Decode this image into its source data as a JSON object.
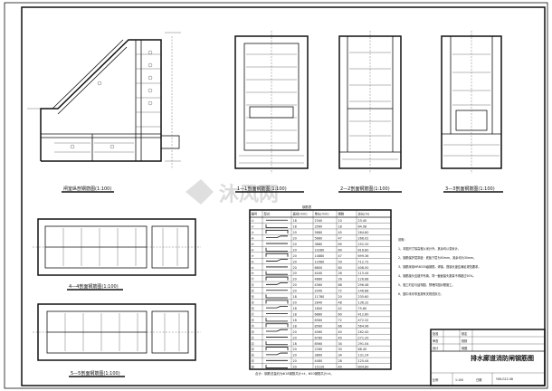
{
  "sheet": {
    "title": "排水廊道消防闸钢筋图",
    "number": "YXK-G12-08",
    "watermark": "沐风网"
  },
  "views": {
    "profile_caption": "闸室纵剖钢筋图(1:100)",
    "section11_caption": "1—1剖面钢筋图(1:100)",
    "section22_caption": "2—2剖面钢筋图(1:100)",
    "section33_caption": "3—3剖面钢筋图(1:100)",
    "section44_caption": "4—4剖面钢筋图(1:100)",
    "section55_caption": "5—5剖面钢筋图(1:100)"
  },
  "rebar_table": {
    "title": "钢筋表",
    "headers": [
      "编号",
      "型式",
      "直径(mm)",
      "单长(mm)",
      "根数",
      "总长(m)"
    ],
    "rows": [
      [
        "①",
        "",
        "18",
        "2340",
        "10",
        "23.40"
      ],
      [
        "②",
        "",
        "18",
        "3560",
        "18",
        "64.08"
      ],
      [
        "③",
        "",
        "20",
        "5880",
        "45",
        "264.60"
      ],
      [
        "④",
        "",
        "20",
        "5660",
        "47",
        "266.02"
      ],
      [
        "⑤",
        "",
        "20",
        "3880",
        "65",
        "252.20"
      ],
      [
        "⑥",
        "",
        "20",
        "10280",
        "60",
        "616.80"
      ],
      [
        "⑦",
        "",
        "20",
        "14880",
        "47",
        "699.36"
      ],
      [
        "⑧",
        "",
        "20",
        "12080",
        "59",
        "712.72"
      ],
      [
        "⑨",
        "",
        "20",
        "6800",
        "60",
        "408.00"
      ],
      [
        "⑩",
        "",
        "20",
        "4440",
        "26",
        "115.44"
      ],
      [
        "⑪",
        "",
        "20",
        "4880",
        "26",
        "126.88"
      ],
      [
        "⑫",
        "",
        "20",
        "4360",
        "68",
        "296.48"
      ],
      [
        "⑬",
        "",
        "20",
        "2040",
        "72",
        "146.88"
      ],
      [
        "⑭",
        "",
        "18",
        "11780",
        "20",
        "235.60"
      ],
      [
        "⑮",
        "",
        "20",
        "2840",
        "48",
        "136.32"
      ],
      [
        "⑯",
        "",
        "18",
        "1800",
        "42",
        "75.60"
      ],
      [
        "⑰",
        "",
        "18",
        "6880",
        "60",
        "412.80"
      ],
      [
        "⑱",
        "",
        "18",
        "6560",
        "72",
        "472.32"
      ],
      [
        "⑲",
        "",
        "18",
        "8560",
        "66",
        "564.96"
      ],
      [
        "⑳",
        "",
        "20",
        "4060",
        "40",
        "162.40"
      ],
      [
        "㉑",
        "",
        "20",
        "6780",
        "40",
        "271.20"
      ],
      [
        "㉒",
        "",
        "18",
        "8560",
        "34",
        "291.04"
      ],
      [
        "㉓",
        "",
        "20",
        "2280",
        "30",
        "68.40"
      ],
      [
        "㉔",
        "",
        "20",
        "3860",
        "34",
        "131.24"
      ],
      [
        "㉕",
        "",
        "20",
        "4480",
        "28",
        "125.44"
      ],
      [
        "㉖",
        "",
        "20",
        "15120",
        "40",
        "604.80"
      ]
    ],
    "footnote": "合计：钢筋总量约为Φ18钢筋共计×t，Φ20钢筋共计×t。"
  },
  "notes": {
    "heading": "说明：",
    "lines": [
      "1、本图尺寸除高程以米计外，其余均以毫米计。",
      "2、钢筋保护层厚度：底板下层为50mm，其余均为30mm。",
      "3、钢筋采用HRB335级钢筋，焊接、搭接长度应满足规范要求。",
      "4、钢筋接头应错开布置，同一截面接头数量不得超过50%。",
      "5、施工时应与结构图、预埋件图对照施工。",
      "6、图中未尽事宜按有关规范执行。"
    ]
  },
  "title_block": {
    "r1": [
      "批准",
      "",
      "核定",
      ""
    ],
    "r2": [
      "审查",
      "",
      "校核",
      ""
    ],
    "r3": [
      "设计",
      "",
      "制图",
      ""
    ],
    "scale_label": "比例",
    "scale": "1:100",
    "date_label": "日期"
  }
}
